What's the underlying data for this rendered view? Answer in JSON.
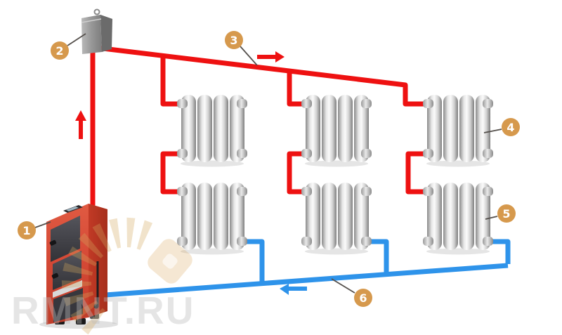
{
  "callouts": [
    "1",
    "2",
    "3",
    "4",
    "5",
    "6"
  ],
  "watermark": {
    "text": "RMNT.RU"
  },
  "icons": {
    "flow_up_arrow": "red-arrow-up",
    "flow_right_arrow": "red-arrow-right",
    "flow_left_arrow": "blue-arrow-left"
  },
  "colors": {
    "supply": "#ee1111",
    "return": "#2e93ea",
    "callout": "#d6994d",
    "callout_number": "#ffffff",
    "boiler_red": "#d84a34",
    "radiator_gray": "#c9c9c9",
    "tank_gray": "#9a9a9a"
  }
}
